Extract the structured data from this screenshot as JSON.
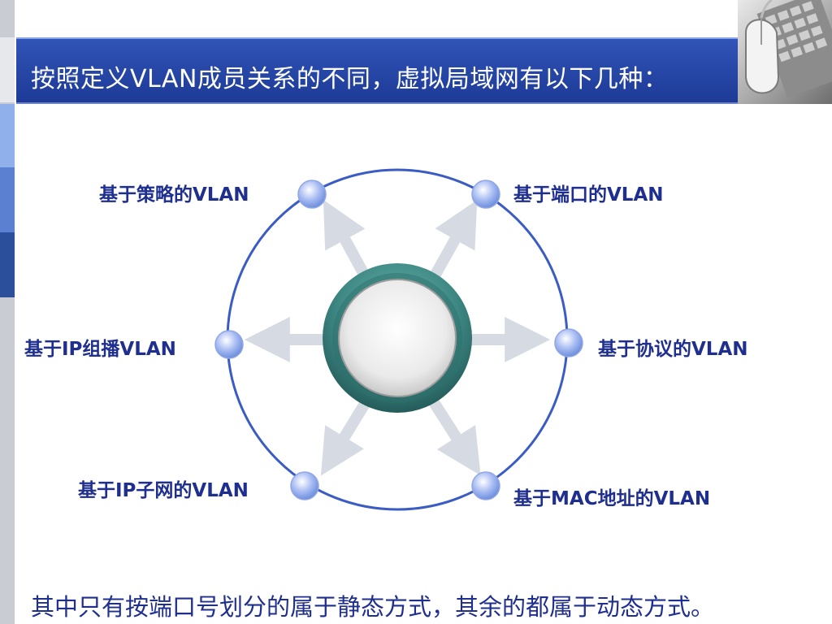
{
  "title": "按照定义VLAN成员关系的不同，虚拟局域网有以下几种：",
  "nodes": [
    {
      "id": "policy",
      "label": "基于策略的VLAN"
    },
    {
      "id": "port",
      "label": "基于端口的VLAN"
    },
    {
      "id": "ip-multicast",
      "label": "基于IP组播VLAN"
    },
    {
      "id": "protocol",
      "label": "基于协议的VLAN"
    },
    {
      "id": "ip-subnet",
      "label": "基于IP子网的VLAN"
    },
    {
      "id": "mac",
      "label": "基于MAC地址的VLAN"
    }
  ],
  "footer": "其中只有按端口号划分的属于静态方式，其余的都属于动态方式。",
  "colors": {
    "title_bar": "#1d3a96",
    "ring": "#3a5cc4",
    "label_text": "#1f2f8f",
    "hub_ring": "#3f8a86",
    "arrow": "#d6dbe3",
    "node_dot": "#9fb4f0"
  },
  "icons": {
    "photo": "keyboard-mouse-photo",
    "hub": "center-hub-button"
  }
}
